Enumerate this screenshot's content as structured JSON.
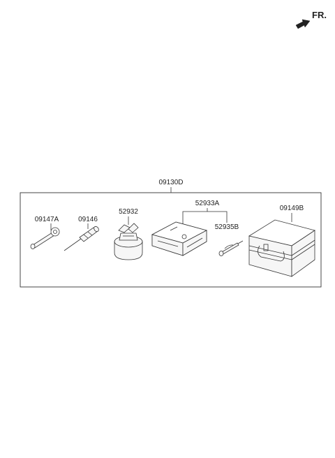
{
  "direction": {
    "label": "FR.",
    "icon": "front-direction-arrow-icon"
  },
  "assembly": {
    "part_number": "09130D",
    "components": [
      {
        "part_number": "09147A",
        "icon": "towing-hook-icon"
      },
      {
        "part_number": "09146",
        "icon": "screwdriver-icon"
      },
      {
        "part_number": "52932",
        "icon": "sealant-bottle-icon"
      },
      {
        "part_number": "52933A",
        "icon": "tire-compressor-icon"
      },
      {
        "part_number": "52935B",
        "icon": "valve-core-tool-icon"
      },
      {
        "part_number": "09149B",
        "icon": "tool-case-icon"
      }
    ]
  }
}
